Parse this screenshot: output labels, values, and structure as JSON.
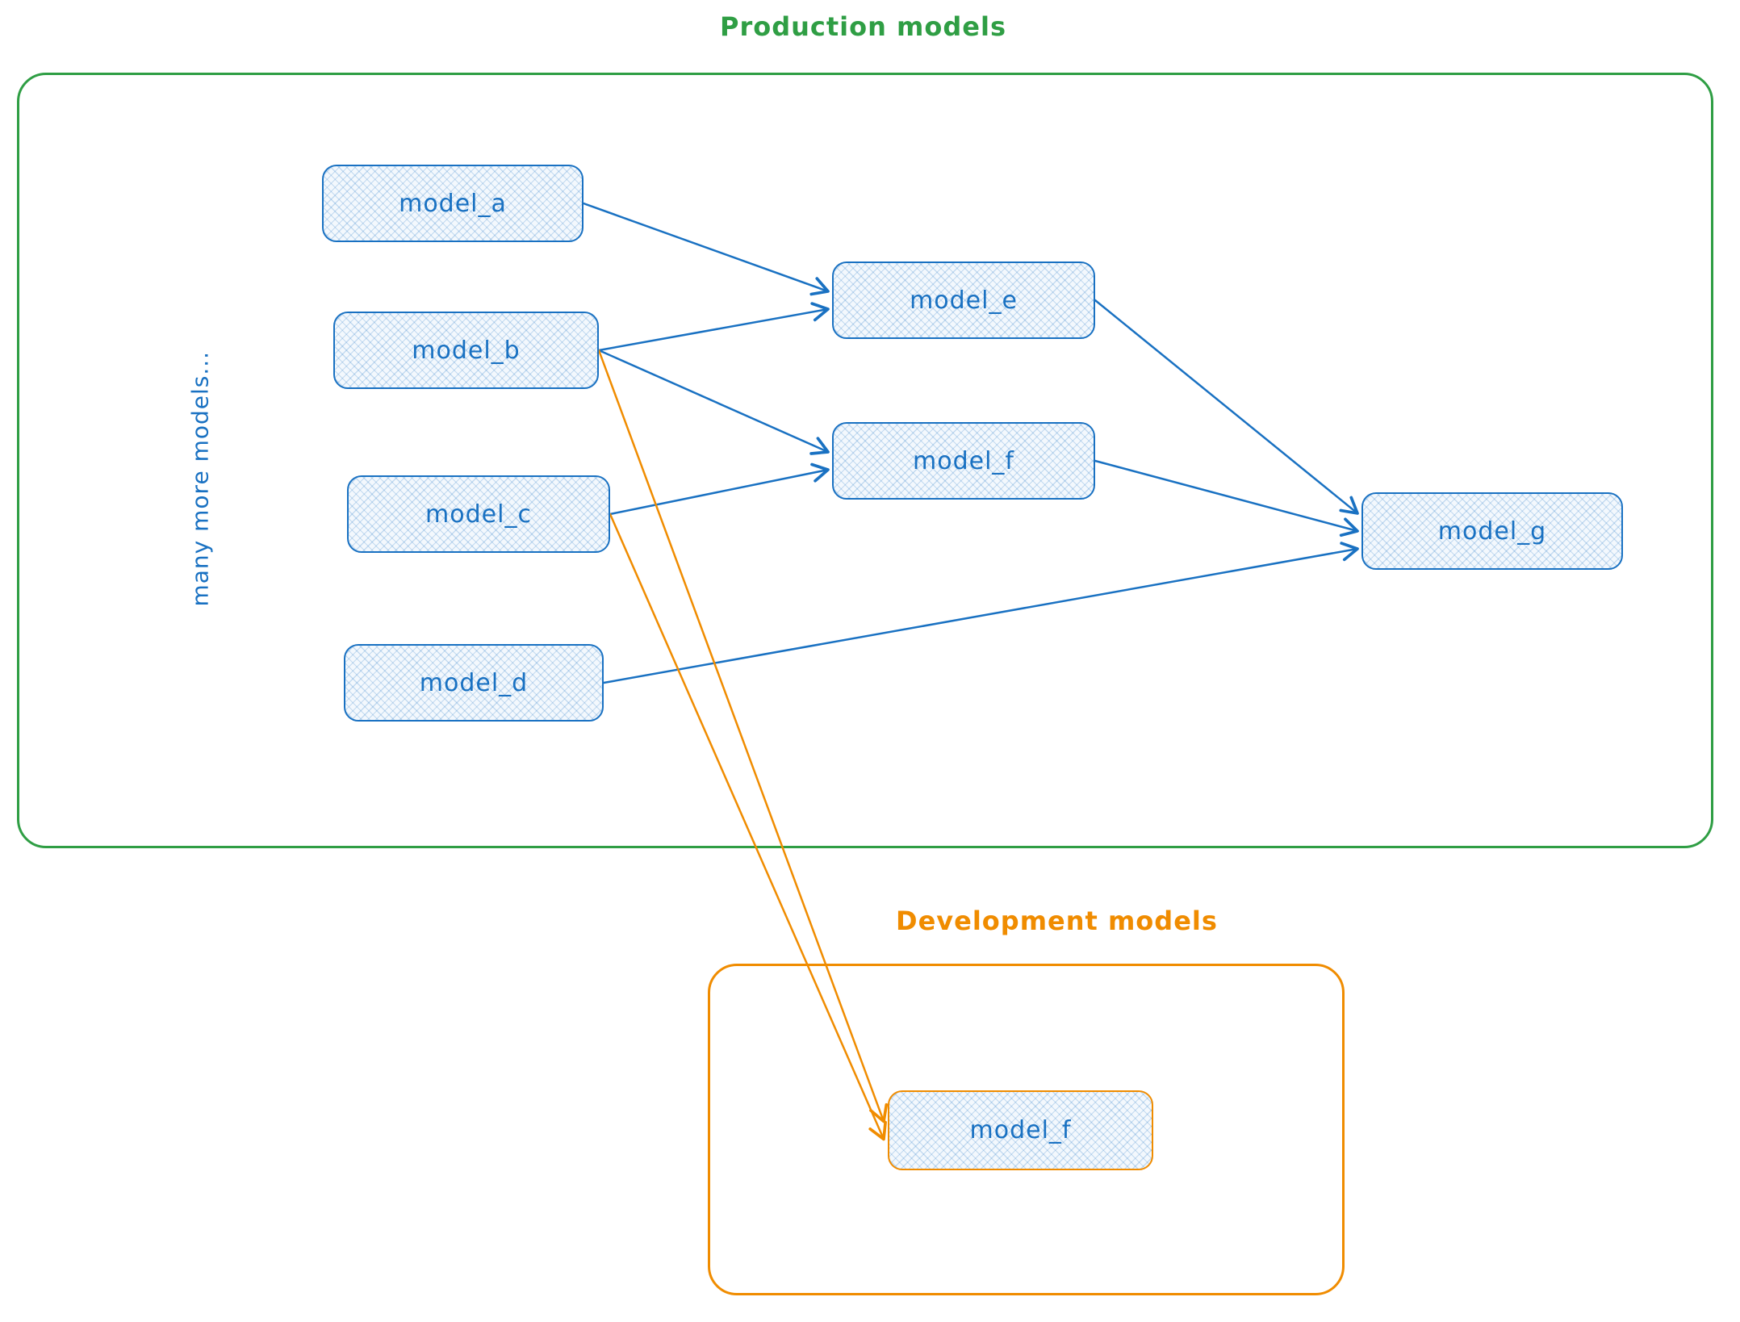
{
  "production_group": {
    "title": "Production models",
    "side_label": "many more models...",
    "color": "#2f9e44"
  },
  "development_group": {
    "title": "Development models",
    "color": "#f08c00"
  },
  "colors": {
    "node_stroke": "#1971c2",
    "node_fill": "#f3f8fd",
    "dev_node_stroke": "#f08c00",
    "edge_blue": "#1971c2",
    "edge_orange": "#f08c00",
    "production_frame": "#2f9e44",
    "development_frame": "#f08c00"
  },
  "nodes": [
    {
      "id": "model_a",
      "label": "model_a",
      "group": "production"
    },
    {
      "id": "model_b",
      "label": "model_b",
      "group": "production"
    },
    {
      "id": "model_c",
      "label": "model_c",
      "group": "production"
    },
    {
      "id": "model_d",
      "label": "model_d",
      "group": "production"
    },
    {
      "id": "model_e",
      "label": "model_e",
      "group": "production"
    },
    {
      "id": "model_f",
      "label": "model_f",
      "group": "production"
    },
    {
      "id": "model_g",
      "label": "model_g",
      "group": "production"
    },
    {
      "id": "model_f_dev",
      "label": "model_f",
      "group": "development"
    }
  ],
  "edges": [
    {
      "from": "model_a",
      "to": "model_e",
      "color": "blue"
    },
    {
      "from": "model_b",
      "to": "model_e",
      "color": "blue"
    },
    {
      "from": "model_b",
      "to": "model_f",
      "color": "blue"
    },
    {
      "from": "model_c",
      "to": "model_f",
      "color": "blue"
    },
    {
      "from": "model_e",
      "to": "model_g",
      "color": "blue"
    },
    {
      "from": "model_f",
      "to": "model_g",
      "color": "blue"
    },
    {
      "from": "model_d",
      "to": "model_g",
      "color": "blue"
    },
    {
      "from": "model_b",
      "to": "model_f_dev",
      "color": "orange"
    },
    {
      "from": "model_c",
      "to": "model_f_dev",
      "color": "orange"
    }
  ]
}
